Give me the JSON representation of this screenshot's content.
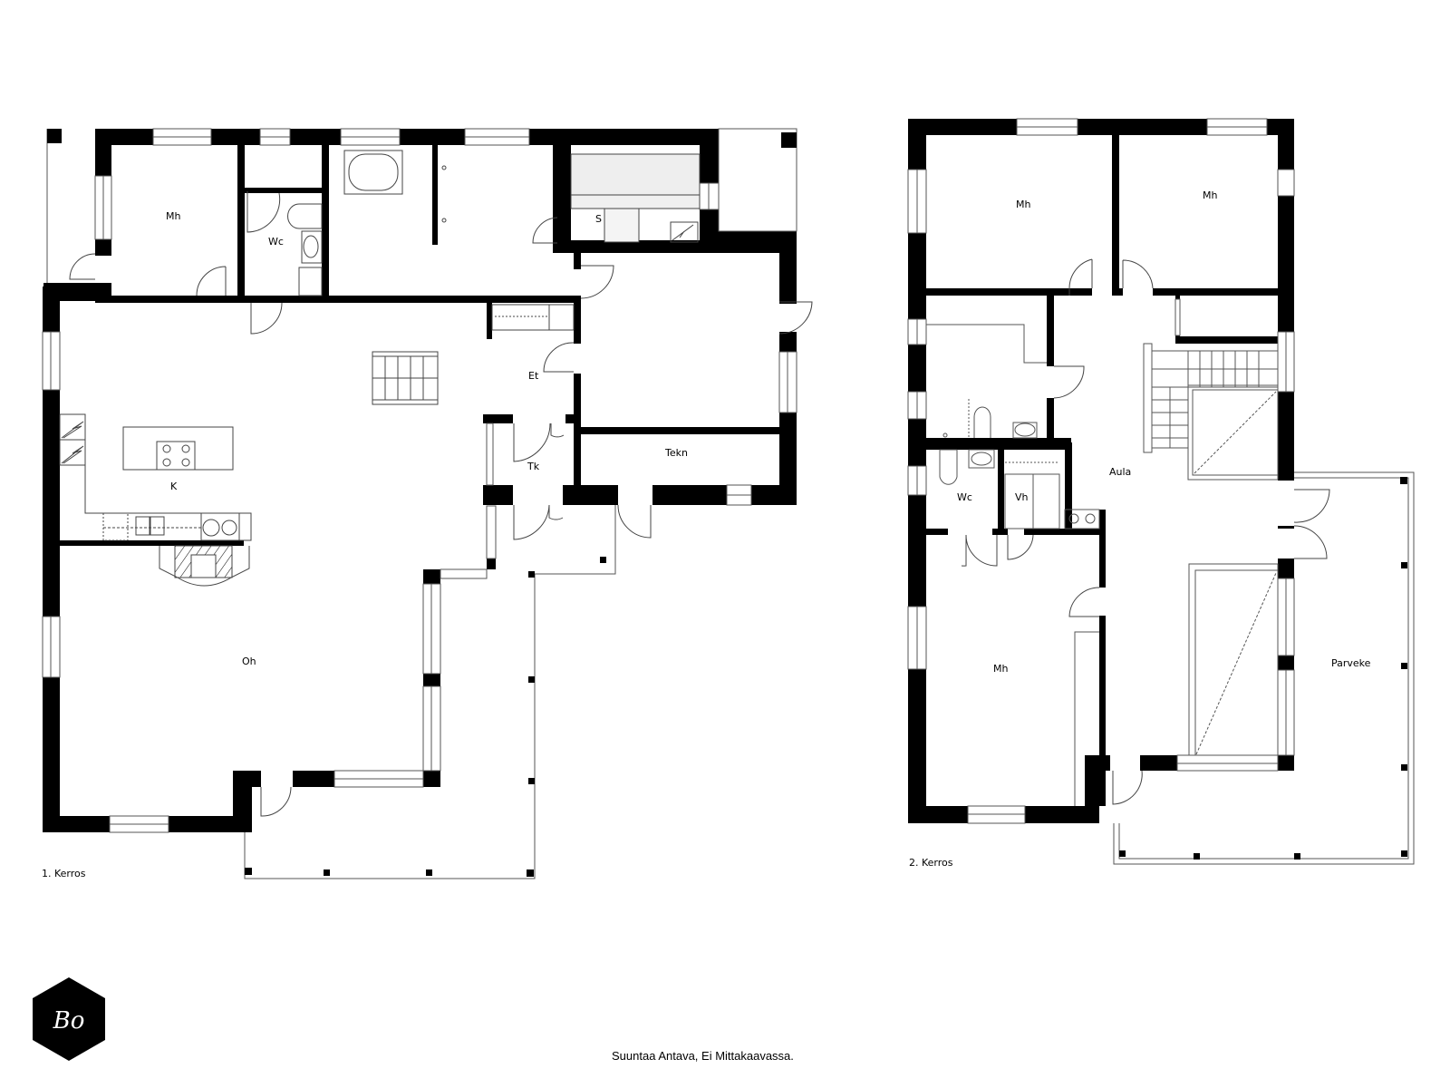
{
  "floors": [
    {
      "id": "floor-1",
      "label": "1. Kerros",
      "rooms": [
        {
          "id": "mh",
          "label": "Mh"
        },
        {
          "id": "wc",
          "label": "Wc"
        },
        {
          "id": "s",
          "label": "S"
        },
        {
          "id": "et",
          "label": "Et"
        },
        {
          "id": "k",
          "label": "K"
        },
        {
          "id": "tk",
          "label": "Tk"
        },
        {
          "id": "tekn",
          "label": "Tekn"
        },
        {
          "id": "oh",
          "label": "Oh"
        }
      ]
    },
    {
      "id": "floor-2",
      "label": "2. Kerros",
      "rooms": [
        {
          "id": "mh-1",
          "label": "Mh"
        },
        {
          "id": "mh-2",
          "label": "Mh"
        },
        {
          "id": "wc",
          "label": "Wc"
        },
        {
          "id": "vh",
          "label": "Vh"
        },
        {
          "id": "aula",
          "label": "Aula"
        },
        {
          "id": "mh-3",
          "label": "Mh"
        },
        {
          "id": "parveke",
          "label": "Parveke"
        }
      ]
    }
  ],
  "footer": {
    "disclaimer": "Suuntaa Antava, Ei Mittakaavassa.",
    "logo_text": "Bo"
  },
  "colors": {
    "wall": "#000000",
    "line": "#555555",
    "background": "#ffffff"
  }
}
